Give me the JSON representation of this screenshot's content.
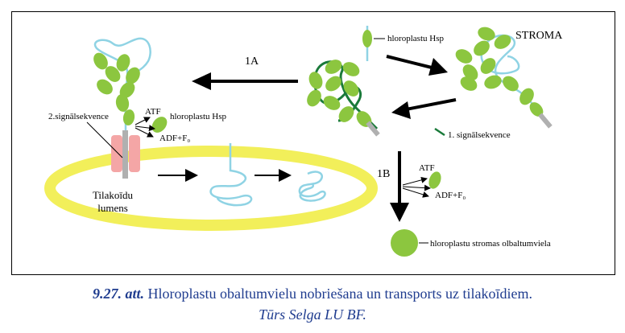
{
  "labels": {
    "stroma": "STROMA",
    "step_1a": "1A",
    "step_1b": "1B",
    "hsp_top": "hloroplastu Hsp",
    "hsp_left": "hloroplastu Hsp",
    "atf_left": "ATF",
    "adf_left": "ADF+F₀",
    "atf_right": "ATF",
    "adf_right": "ADF+F₀",
    "signal_2": "2.signālsekvence",
    "signal_1": "1. signālsekvence",
    "lumen_line1": "Tilakoīdu",
    "lumen_line2": "lumens",
    "stroma_protein": "hloroplastu stromas olbaltumviela"
  },
  "caption": {
    "number": "9.27. att.",
    "text": " Hloroplastu obaltumvielu nobriešana un transports uz tilakoīdiem.",
    "credit": "Tūrs Selga LU BF."
  },
  "colors": {
    "hsp_green": "#8cc63f",
    "chain_blue": "#8fd3e4",
    "signal_green": "#1a7a3a",
    "signal_grey": "#b0b0b0",
    "membrane_yellow": "#f2ef5a",
    "translocon_pink": "#f4a6a6",
    "caption_blue": "#1f3c8f"
  }
}
